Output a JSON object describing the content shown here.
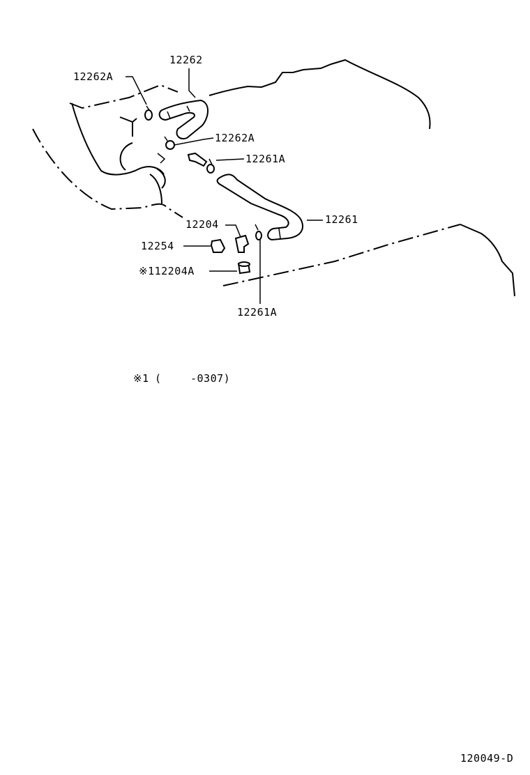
{
  "callouts": {
    "p12262": "12262",
    "p12262A_top": "12262A",
    "p12262A_mid": "12262A",
    "p12261A_top": "12261A",
    "p12261": "12261",
    "p12204": "12204",
    "p12254": "12254",
    "p12204A": "※112204A",
    "p12261A_bottom": "12261A"
  },
  "footnote": {
    "marker": "※1",
    "open": "(",
    "range": "-0307)"
  },
  "diagram_code": "120049-D"
}
